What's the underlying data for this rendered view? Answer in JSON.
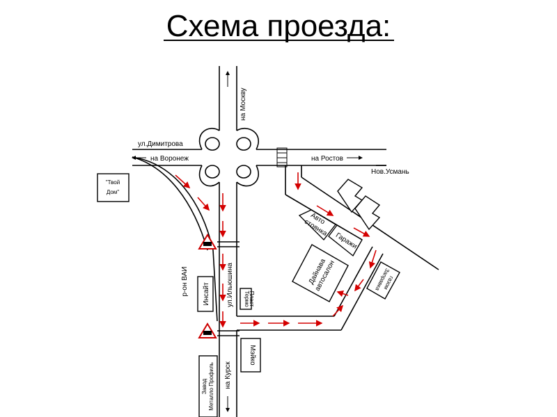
{
  "title": "Схема проезда:",
  "streets": {
    "dimitrova": "ул.Димитрова",
    "na_voronezh": "на Воронеж",
    "na_moskvu": "на Москву",
    "na_rostov": "на Ростов",
    "nov_usman": "Нов.Усмань",
    "ilyushina": "ул.Ильюшина",
    "na_kursk": "на Курск",
    "r_on_vai": "р-он ВАИ"
  },
  "buildings": {
    "tvoy_dom": [
      "\"Твой",
      "Дом\""
    ],
    "insait": "Инсайт",
    "termoplast": [
      "Термо",
      "Пласт"
    ],
    "maiko": "Мэйко",
    "zavod_metalloprofil": [
      "Завод",
      "Металло Профиль"
    ],
    "avtostoyanka": [
      "Авто",
      "стоянка"
    ],
    "garazhi": "Гаражи",
    "daynava": [
      "Дайнава",
      "автосалон"
    ],
    "zapravka": [
      "Заправка",
      "газом"
    ]
  },
  "colors": {
    "route": "#d40000",
    "road": "#000000",
    "background": "#ffffff"
  },
  "icons": [
    "railway-crossing-sign-icon",
    "direction-arrow-icon"
  ]
}
